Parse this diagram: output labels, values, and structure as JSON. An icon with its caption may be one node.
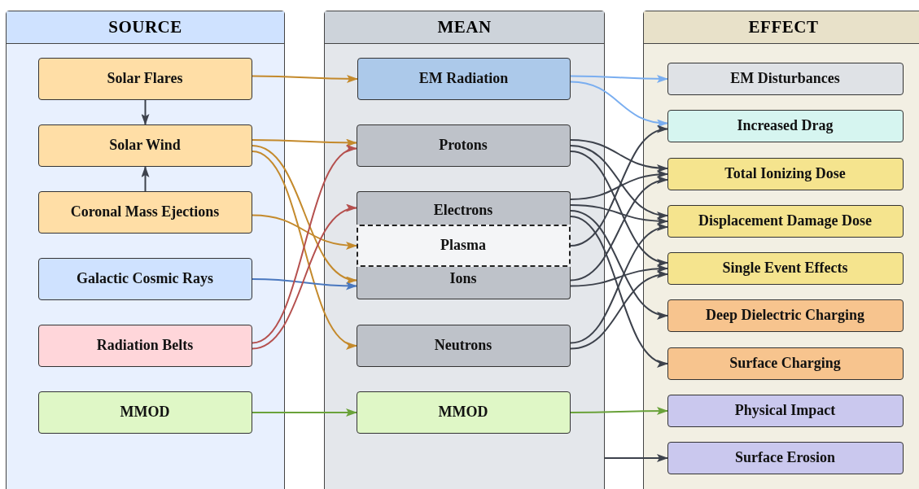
{
  "diagram": {
    "nodes": [
      {
        "text": [
          "SOURCE"
        ]
      },
      {
        "text": [
          "Solar Flares"
        ],
        "in": 0
      },
      {
        "text": [
          "Solar Wind"
        ],
        "in": 0
      },
      {
        "text": [
          "Coronal Mass Ejections"
        ],
        "in": 0
      },
      {
        "text": [
          "Galactic Cosmic Rays"
        ],
        "in": 0
      },
      {
        "text": [
          "Radiation Belts"
        ],
        "in": 0
      },
      {
        "text": [
          "MMOD"
        ],
        "in": 0
      },
      {
        "text": [
          "MEAN"
        ]
      },
      {
        "text": [
          "EM Radiation"
        ],
        "in": 7
      },
      {
        "text": [
          "Protons"
        ],
        "in": 7
      },
      {
        "text": [
          "Electrons"
        ],
        "in": 7
      },
      {
        "text": [
          "Plasma"
        ],
        "in": 7
      },
      {
        "text": [
          "Ions"
        ],
        "in": 7
      },
      {
        "text": [
          "Neutrons"
        ],
        "in": 7
      },
      {
        "text": [
          "MMOD"
        ],
        "in": 7
      },
      {
        "text": [
          "EFFECT"
        ]
      },
      {
        "text": [
          "EM Disturbances"
        ],
        "in": 15
      },
      {
        "text": [
          "Increased Drag"
        ],
        "in": 15
      },
      {
        "text": [
          "Total Ionizing Dose"
        ],
        "in": 15
      },
      {
        "text": [
          "Displacement Damage Dose"
        ],
        "in": 15
      },
      {
        "text": [
          "Single Event Effects"
        ],
        "in": 15
      },
      {
        "text": [
          "Deep Dielectric Charging"
        ],
        "in": 15
      },
      {
        "text": [
          "Surface Charging"
        ],
        "in": 15
      },
      {
        "text": [
          "Physical Impact"
        ],
        "in": 15
      },
      {
        "text": [
          "Surface Erosion"
        ],
        "in": 15
      }
    ],
    "edges": [
      {
        "from": 1,
        "to": 2,
        "arrow": "to"
      },
      {
        "from": 3,
        "to": 2,
        "arrow": "to"
      },
      {
        "from": 1,
        "to": 8,
        "arrow": "to",
        "color": "#c48a2c"
      },
      {
        "from": 2,
        "to": 9,
        "arrow": "to",
        "color": "#c48a2c"
      },
      {
        "from": 2,
        "to": 12,
        "arrow": "to",
        "color": "#c48a2c"
      },
      {
        "from": 2,
        "to": 13,
        "arrow": "to",
        "color": "#c48a2c"
      },
      {
        "from": 3,
        "to": 11,
        "arrow": "to",
        "color": "#c48a2c"
      },
      {
        "from": 4,
        "to": 12,
        "arrow": "to",
        "color": "#4a78bf"
      },
      {
        "from": 5,
        "to": 9,
        "arrow": "to",
        "color": "#b5504e"
      },
      {
        "from": 5,
        "to": 10,
        "arrow": "to",
        "color": "#b5504e"
      },
      {
        "from": 6,
        "to": 14,
        "arrow": "to",
        "color": "#6aa23a"
      },
      {
        "from": 8,
        "to": 16,
        "arrow": "to",
        "color": "#7aaef0"
      },
      {
        "from": 8,
        "to": 17,
        "arrow": "to",
        "color": "#7aaef0"
      },
      {
        "from": 9,
        "to": 18,
        "arrow": "to"
      },
      {
        "from": 9,
        "to": 19,
        "arrow": "to"
      },
      {
        "from": 9,
        "to": 20,
        "arrow": "to"
      },
      {
        "from": 10,
        "to": 18,
        "arrow": "to"
      },
      {
        "from": 10,
        "to": 19,
        "arrow": "to"
      },
      {
        "from": 10,
        "to": 21,
        "arrow": "to"
      },
      {
        "from": 10,
        "to": 22,
        "arrow": "to"
      },
      {
        "from": 11,
        "to": 17,
        "arrow": "to"
      },
      {
        "from": 12,
        "to": 18,
        "arrow": "to"
      },
      {
        "from": 12,
        "to": 20,
        "arrow": "to"
      },
      {
        "from": 13,
        "to": 19,
        "arrow": "to"
      },
      {
        "from": 13,
        "to": 20,
        "arrow": "to"
      },
      {
        "from": 14,
        "to": 23,
        "arrow": "to",
        "color": "#6aa23a"
      },
      {
        "from": 7,
        "to": 24,
        "arrow": "to"
      }
    ]
  }
}
